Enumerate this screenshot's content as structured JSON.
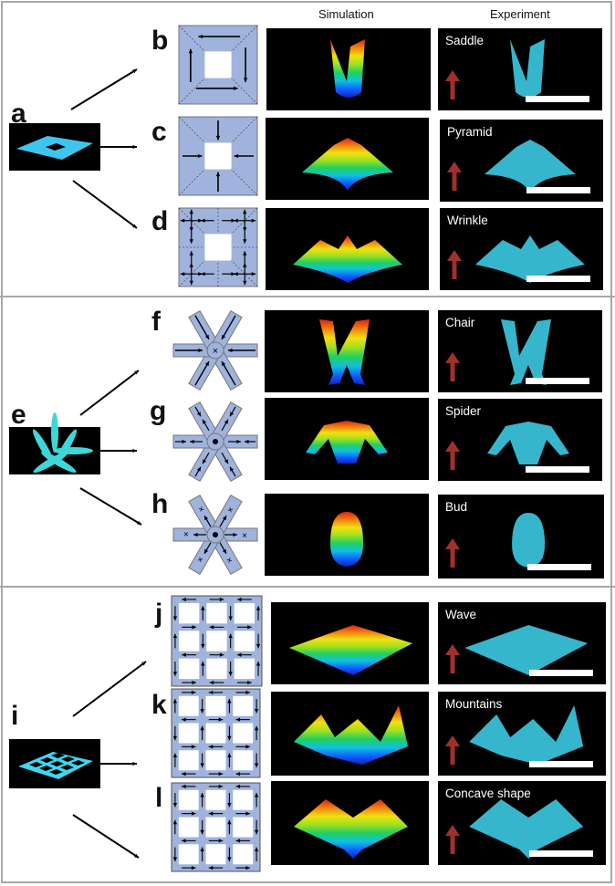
{
  "headers": {
    "simulation": "Simulation",
    "experiment": "Experiment"
  },
  "panels": [
    {
      "label": "a",
      "rows": [
        {
          "label": "b",
          "result": "Saddle"
        },
        {
          "label": "c",
          "result": "Pyramid"
        },
        {
          "label": "d",
          "result": "Wrinkle"
        }
      ]
    },
    {
      "label": "e",
      "rows": [
        {
          "label": "f",
          "result": "Chair"
        },
        {
          "label": "g",
          "result": "Spider"
        },
        {
          "label": "h",
          "result": "Bud"
        }
      ]
    },
    {
      "label": "i",
      "rows": [
        {
          "label": "j",
          "result": "Wave"
        },
        {
          "label": "k",
          "result": "Mountains"
        },
        {
          "label": "l",
          "result": "Concave shape"
        }
      ]
    }
  ],
  "colors": {
    "pattern_fill": "#9fb3dc",
    "material": "#3fd6f0",
    "arrow_red": "#a0302c",
    "frame": "#a8a8a8"
  }
}
